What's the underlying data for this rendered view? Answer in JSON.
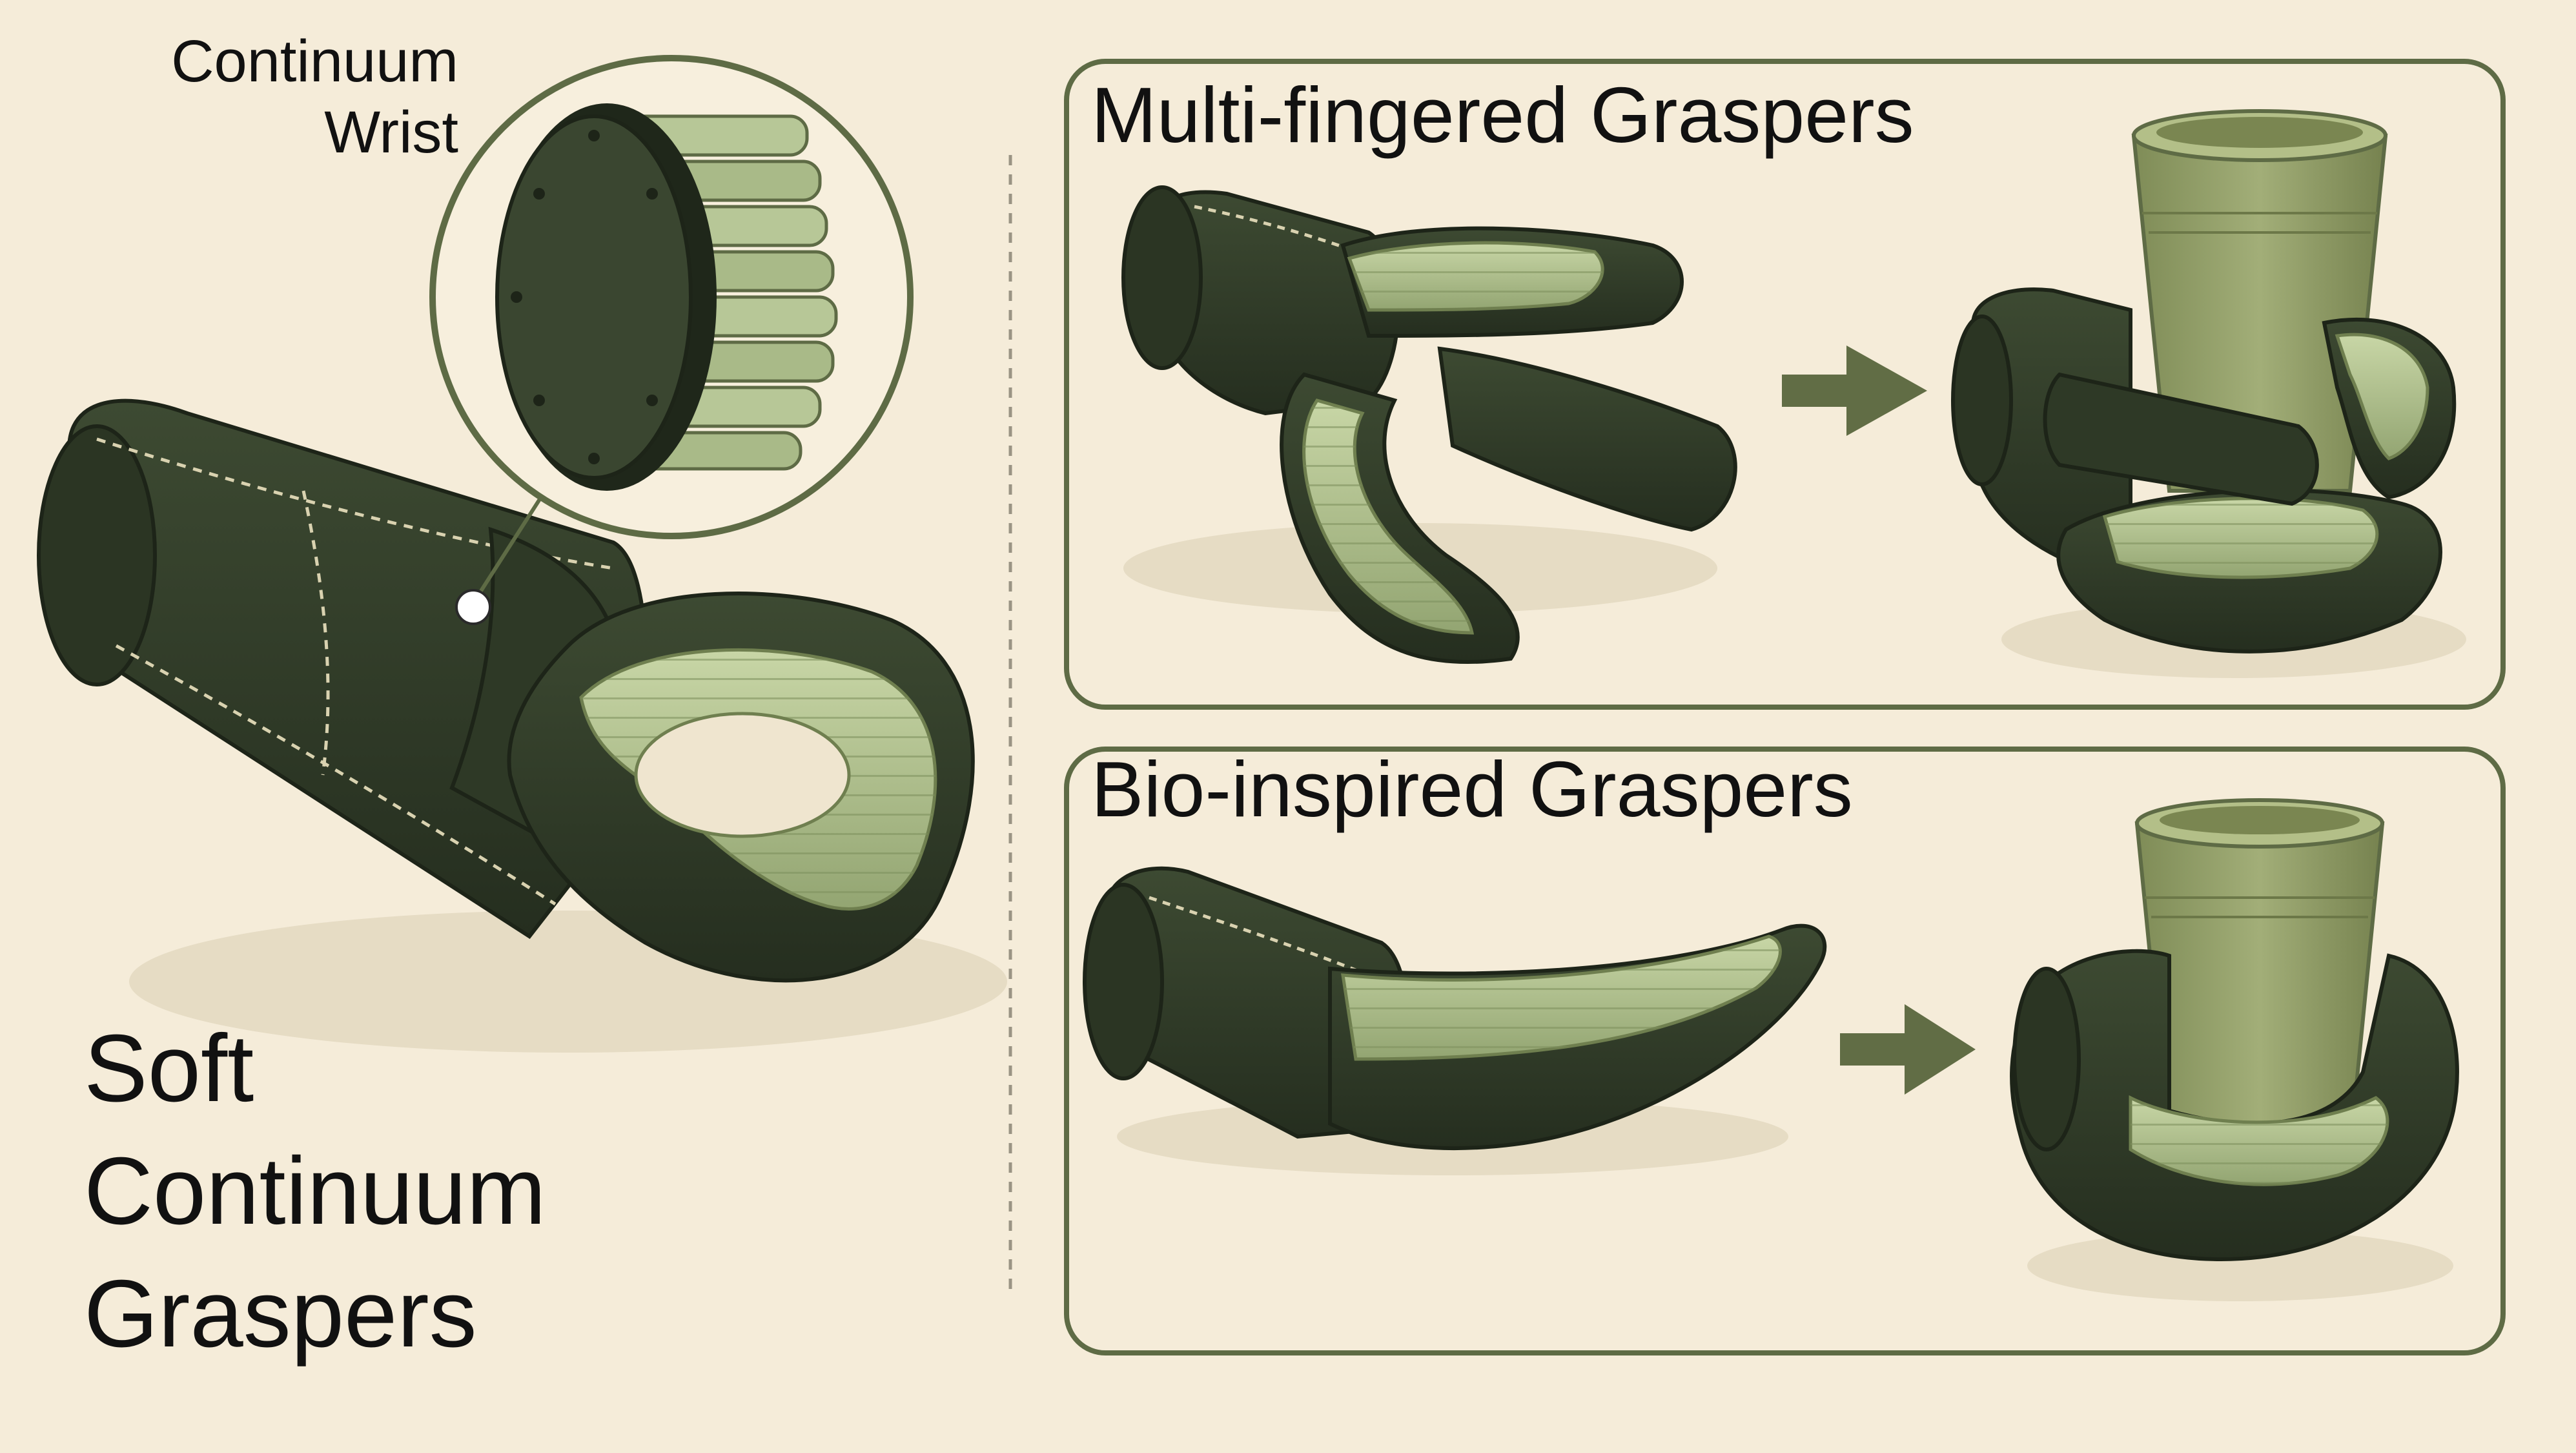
{
  "labels": {
    "wrist_line1": "Continuum",
    "wrist_line2": "Wrist",
    "main_line1": "Soft",
    "main_line2": "Continuum",
    "main_line3": "Graspers",
    "panel_top_title": "Multi-fingered Graspers",
    "panel_bottom_title": "Bio-inspired Graspers"
  },
  "colors": {
    "background": "#f5ecd9",
    "frame_green": "#5e6b45",
    "dark_olive": "#323d2a",
    "dark_olive_shadow": "#232b1d",
    "light_green": "#b7c797",
    "light_green_shade": "#8fa06e",
    "cup_green": "#8d9a63",
    "arrow_green": "#616d45",
    "stitch": "#d9d2b0",
    "text": "#111111"
  },
  "icons": [
    "arrow-right-icon",
    "cup-icon",
    "gripper-illustration"
  ]
}
